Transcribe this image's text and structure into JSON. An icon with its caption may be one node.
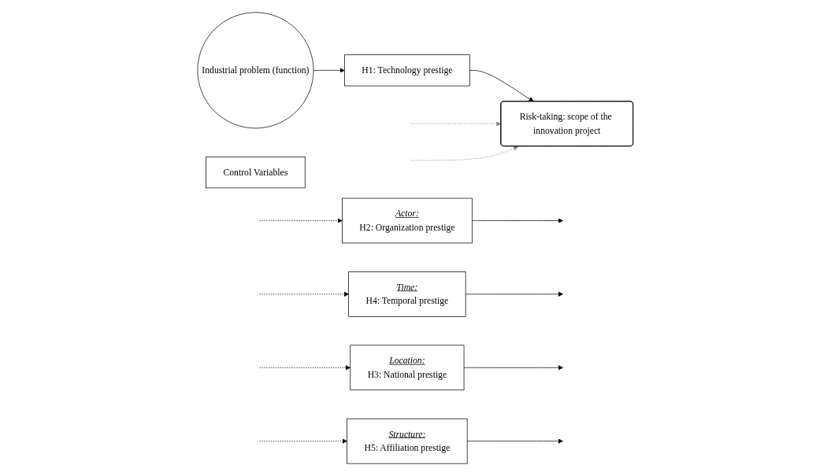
{
  "diagram": {
    "nodes": [
      {
        "text": [
          "Time:",
          "H4: Temporal prestige"
        ]
      },
      {
        "text": [
          "Actor:",
          "H2: Organization prestige"
        ]
      },
      {
        "text": [
          "Industrial problem (function)"
        ]
      },
      {
        "text": [
          "H1: Technology prestige"
        ]
      },
      {
        "text": [
          "Risk-taking: scope of the innovation project"
        ]
      },
      {
        "text": [
          "Location:",
          "H3: National prestige"
        ]
      },
      {
        "text": [
          "Structure:",
          "H5: Affiliation prestige"
        ]
      },
      {
        "text": [
          "Control Variables"
        ]
      }
    ],
    "edges": [
      {
        "from": 2,
        "to": 3,
        "arrow": "to"
      },
      {
        "from": 3,
        "to": 4,
        "arrow": "to"
      },
      {
        "from": null,
        "to": 4,
        "arrow": "to",
        "style": "dashed",
        "color": "#888888"
      },
      {
        "from": null,
        "to": 4,
        "arrow": "to",
        "style": "dashed",
        "color": "#888888"
      },
      {
        "from": 1,
        "to": null,
        "arrow": "to"
      },
      {
        "from": null,
        "to": 1,
        "arrow": "to",
        "style": "dashed"
      },
      {
        "from": 0,
        "to": null,
        "arrow": "to"
      },
      {
        "from": null,
        "to": 0,
        "arrow": "to",
        "style": "dashed"
      },
      {
        "from": 5,
        "to": null,
        "arrow": "to"
      },
      {
        "from": null,
        "to": 5,
        "arrow": "to",
        "style": "dashed"
      },
      {
        "from": 6,
        "to": null,
        "arrow": "to"
      },
      {
        "from": null,
        "to": 6,
        "arrow": "to",
        "style": "dashed"
      }
    ]
  }
}
